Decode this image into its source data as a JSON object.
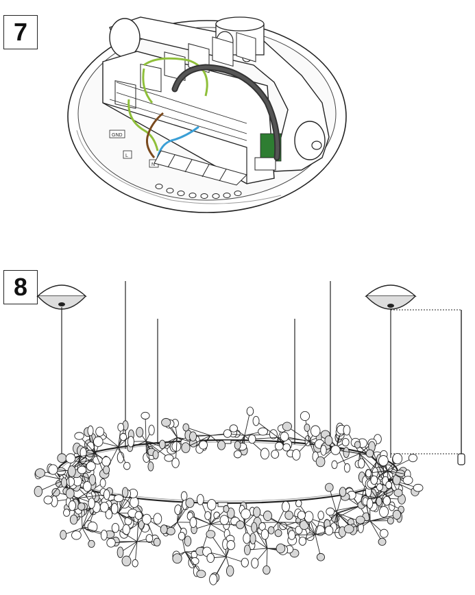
{
  "steps": [
    {
      "number": "7"
    },
    {
      "number": "8"
    }
  ],
  "terminal_labels": {
    "ground": "GND",
    "live": "L",
    "neutral": "N"
  },
  "wire_colors": {
    "ground": "#8fbf3a",
    "live": "#7a4a1e",
    "neutral": "#3a9fd6",
    "cable": "#333333"
  }
}
